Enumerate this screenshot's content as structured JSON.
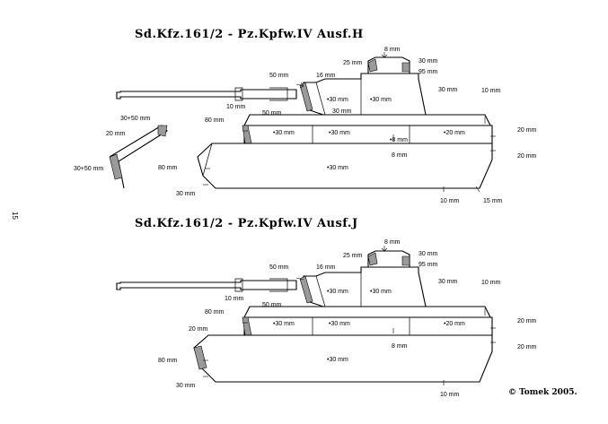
{
  "page_number": "15",
  "copyright": "© Tomek 2005.",
  "diagrams": [
    {
      "title": "Sd.Kfz.161/2 -  Pz.Kpfw.IV Ausf.H",
      "labels": [
        "8 mm",
        "25 mm",
        "30 mm",
        "95 mm",
        "50 mm",
        "16 mm",
        "•30 mm",
        "•30 mm",
        "30 mm",
        "10 mm",
        "10 mm",
        "50 mm",
        "30 mm",
        "80 mm",
        "•30 mm",
        "•30 mm",
        "•20 mm",
        "20 mm",
        "•8 mm",
        "8 mm",
        "20 mm",
        "•30 mm",
        "80 mm",
        "30 mm",
        "10 mm",
        "15 mm",
        "30+50 mm",
        "20 mm",
        "30+50 mm"
      ]
    },
    {
      "title": "Sd.Kfz.161/2 - Pz.Kpfw.IV Ausf.J",
      "labels": [
        "8 mm",
        "25 mm",
        "30 mm",
        "95 mm",
        "50 mm",
        "16 mm",
        "•30 mm",
        "•30 mm",
        "30 mm",
        "10 mm",
        "10 mm",
        "50 mm",
        "80 mm",
        "•30 mm",
        "•30 mm",
        "•20 mm",
        "20 mm",
        "8 mm",
        "20 mm",
        "•30 mm",
        "80 mm",
        "20 mm",
        "30 mm",
        "10 mm"
      ]
    }
  ]
}
